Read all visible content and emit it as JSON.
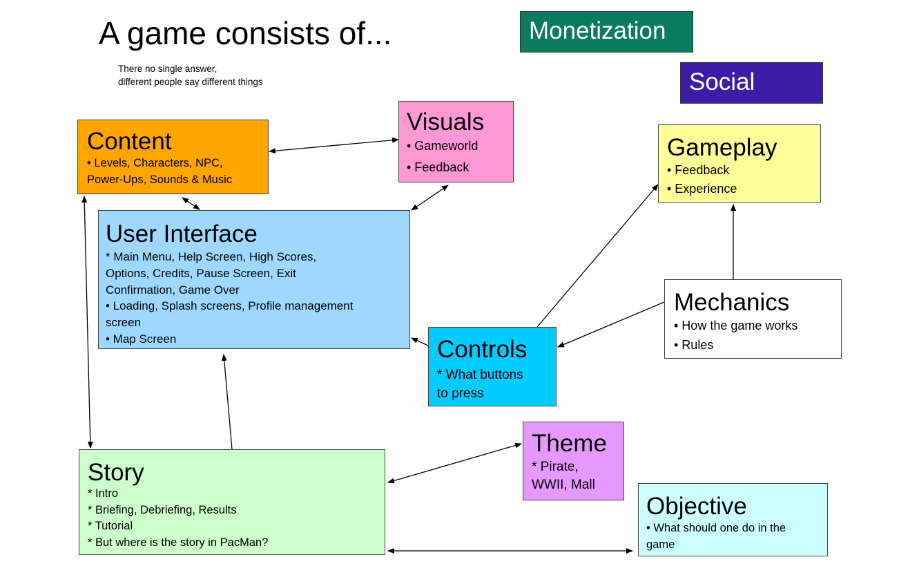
{
  "title": "A game consists of...",
  "subtitle": [
    "There no single answer,",
    "different people say different things"
  ],
  "tags": {
    "monetization": {
      "label": "Monetization",
      "color": "#0a7b5e"
    },
    "social": {
      "label": "Social",
      "color": "#3a1fa6"
    }
  },
  "boxes": {
    "content": {
      "title": "Content",
      "lines": [
        "• Levels, Characters, NPC,",
        "Power-Ups, Sounds & Music"
      ],
      "color": "#ffa500"
    },
    "visuals": {
      "title": "Visuals",
      "lines": [
        "• Gameworld",
        "• Feedback"
      ],
      "color": "#ff99d6"
    },
    "gameplay": {
      "title": "Gameplay",
      "lines": [
        "• Feedback",
        "• Experience"
      ],
      "color": "#ffff99"
    },
    "ui": {
      "title": "User Interface",
      "lines": [
        "* Main Menu, Help Screen, High Scores,",
        "Options, Credits, Pause Screen, Exit",
        "Confirmation, Game Over",
        "• Loading, Splash screens, Profile management",
        "screen",
        "• Map Screen"
      ],
      "color": "#9fd8ff"
    },
    "mechanics": {
      "title": "Mechanics",
      "lines": [
        "• How the game works",
        "• Rules"
      ],
      "color": "#ffffff"
    },
    "controls": {
      "title": "Controls",
      "lines": [
        "* What buttons",
        "to press"
      ],
      "color": "#00ccff"
    },
    "theme": {
      "title": "Theme",
      "lines": [
        "* Pirate,",
        "WWII, Mall"
      ],
      "color": "#e599ff"
    },
    "story": {
      "title": "Story",
      "lines": [
        "* Intro",
        "* Briefing, Debriefing, Results",
        "* Tutorial",
        "* But where is the story in PacMan?"
      ],
      "color": "#ccffcc"
    },
    "objective": {
      "title": "Objective",
      "lines": [
        "• What should one do in the",
        "game"
      ],
      "color": "#ccffff"
    }
  }
}
